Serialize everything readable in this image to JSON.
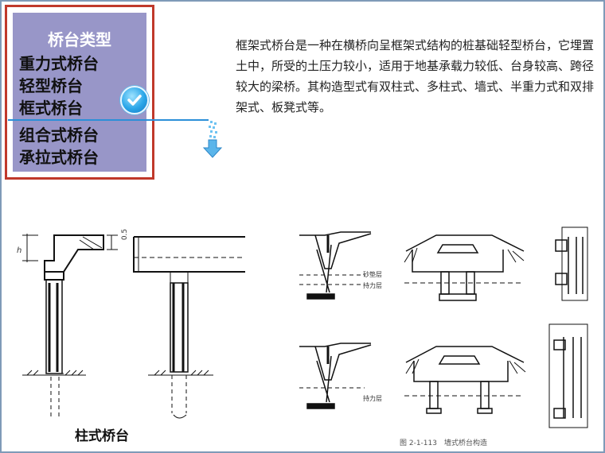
{
  "types_box": {
    "title": "桥台类型",
    "items": [
      "重力式桥台",
      "轻型桥台",
      "框式桥台",
      "组合式桥台",
      "承拉式桥台"
    ]
  },
  "description": "        框架式桥台是一种在横桥向呈框架式结构的桩基础轻型桥台，它埋置土中，所受的土压力较小，适用于地基承载力较低、台身较高、跨径较大的梁桥。其构造型式有双柱式、多柱式、墙式、半重力式和双排架式、板凳式等。",
  "figure_left": {
    "caption": "柱式桥台",
    "dim_h": "h",
    "dim_05": "0.5"
  },
  "figure_right": {
    "label_1": "砂垫层",
    "label_2": "持力层",
    "label_3": "持力层",
    "caption": "图 2-1-113　墙式桥台构造"
  },
  "colors": {
    "box_border": "#c0392b",
    "box_fill": "#9896c8",
    "accent_line": "#2c8fd8"
  }
}
